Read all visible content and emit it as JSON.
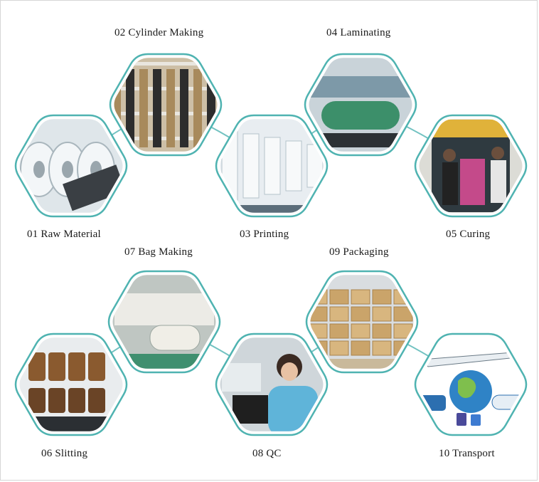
{
  "steps": [
    {
      "number": "01",
      "name": "Raw Material",
      "photo": "film-rolls-photo",
      "scene": "rolls"
    },
    {
      "number": "02",
      "name": "Cylinder Making",
      "photo": "cylinder-shelves-photo",
      "scene": "shelves"
    },
    {
      "number": "03",
      "name": "Printing",
      "photo": "printing-press-photo",
      "scene": "press"
    },
    {
      "number": "04",
      "name": "Laminating",
      "photo": "laminating-machine-photo",
      "scene": "laminator"
    },
    {
      "number": "05",
      "name": "Curing",
      "photo": "curing-chamber-photo",
      "scene": "curing"
    },
    {
      "number": "06",
      "name": "Slitting",
      "photo": "slitting-machine-photo",
      "scene": "slitter"
    },
    {
      "number": "07",
      "name": "Bag Making",
      "photo": "bag-making-machine-photo",
      "scene": "bagmaker"
    },
    {
      "number": "08",
      "name": "QC",
      "photo": "quality-check-photo",
      "scene": "qc"
    },
    {
      "number": "09",
      "name": "Packaging",
      "photo": "carton-boxes-photo",
      "scene": "boxes"
    },
    {
      "number": "10",
      "name": "Transport",
      "photo": "transport-globe-photo",
      "scene": "transport"
    }
  ],
  "colors": {
    "accent": "#4fb3b1",
    "text": "#1a1a1a"
  }
}
